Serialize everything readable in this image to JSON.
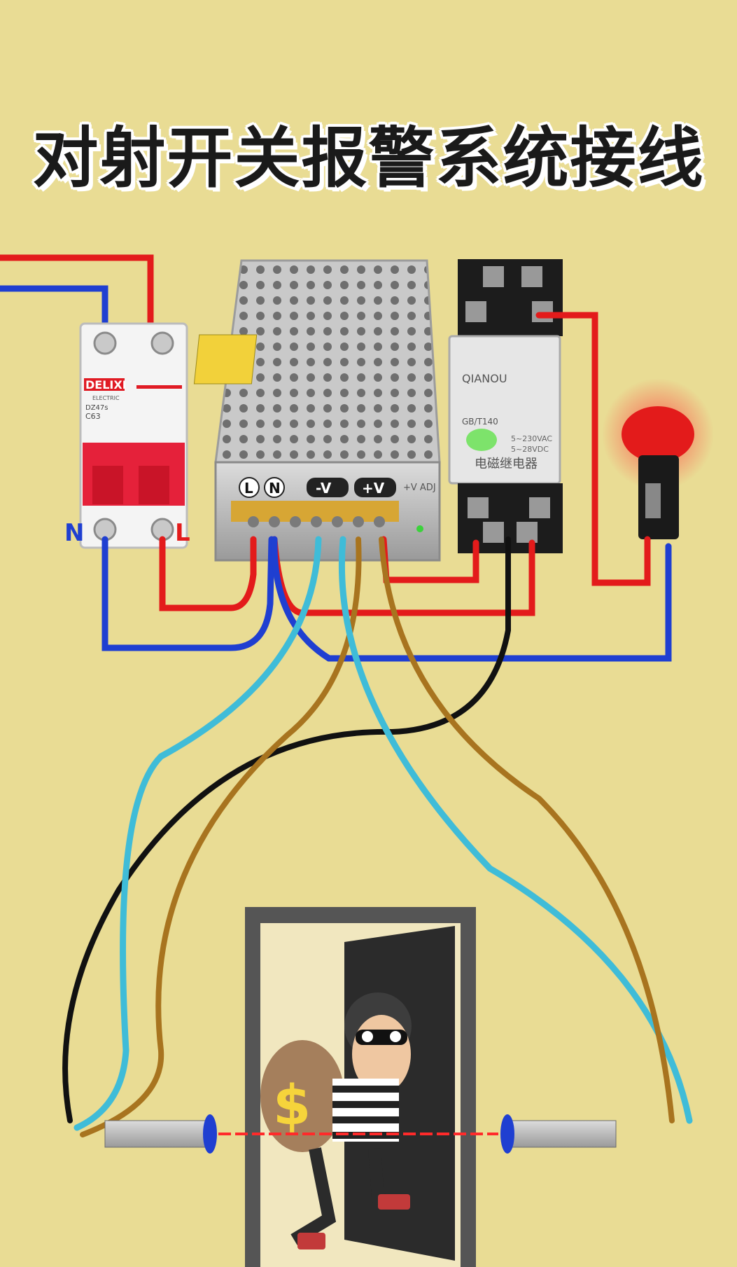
{
  "title": "对射开关报警系统接线",
  "breaker": {
    "brand": "DELIXI",
    "sub": "ELECTRIC",
    "model": "DZ47s",
    "rating": "C63",
    "n_label": "N",
    "l_label": "L"
  },
  "psu": {
    "terminals": [
      "L",
      "N",
      "-V",
      "+V"
    ],
    "adj": "+V ADJ"
  },
  "relay": {
    "brand": "QIANOU",
    "standard": "GB/T140",
    "name": "电磁继电器",
    "spec_ac": "5~230VAC",
    "spec_dc": "5~28VDC"
  },
  "colors": {
    "live": "#e31b1b",
    "neutral": "#1f3fd1",
    "brown": "#a8741f",
    "cyan": "#3fbcd8",
    "black": "#111111",
    "background": "#e9dc94"
  },
  "icons": [
    "breaker",
    "power-supply",
    "relay",
    "alarm-lamp",
    "photoelectric-sensor",
    "door",
    "thief"
  ]
}
